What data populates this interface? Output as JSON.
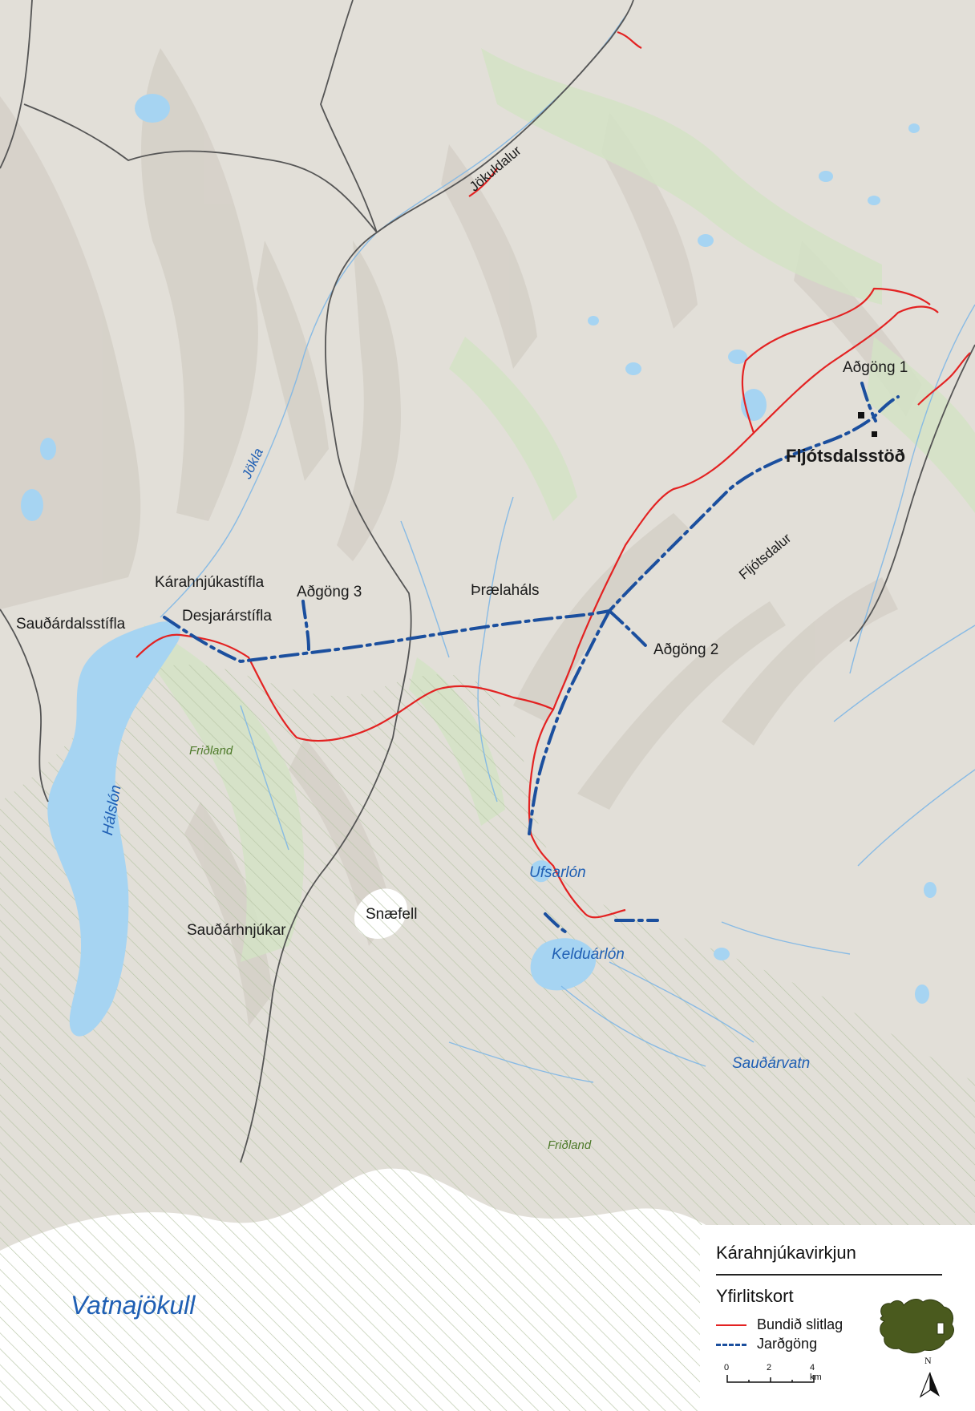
{
  "map": {
    "place_labels": [
      {
        "id": "jokuldalur",
        "text": "Jökuldalur"
      },
      {
        "id": "jokla",
        "text": "Jökla"
      },
      {
        "id": "karahnjukastifla",
        "text": "Kárahnjúkastífla"
      },
      {
        "id": "saudardalsstifla",
        "text": "Sauðárdalsstífla"
      },
      {
        "id": "desjararstifla",
        "text": "Desjarárstífla"
      },
      {
        "id": "adgong3",
        "text": "Aðgöng 3"
      },
      {
        "id": "praelahals",
        "text": "Þrælaháls"
      },
      {
        "id": "adgong2",
        "text": "Aðgöng 2"
      },
      {
        "id": "adgong1",
        "text": "Aðgöng 1"
      },
      {
        "id": "fljotsdalsstod",
        "text": "Fljótsdalsstöð"
      },
      {
        "id": "fljotsdalur",
        "text": "Fljótsdalur"
      },
      {
        "id": "halslon",
        "text": "Hálslón"
      },
      {
        "id": "fridland1",
        "text": "Friðland"
      },
      {
        "id": "ufsarlon",
        "text": "Ufsarlón"
      },
      {
        "id": "saudarhnjukar",
        "text": "Sauðárhnjúkar"
      },
      {
        "id": "snaefell",
        "text": "Snæfell"
      },
      {
        "id": "kelduarlon",
        "text": "Kelduárlón"
      },
      {
        "id": "saudarvatn",
        "text": "Sauðárvatn"
      },
      {
        "id": "fridland2",
        "text": "Friðland"
      },
      {
        "id": "vatnajokull",
        "text": "Vatnajökull"
      }
    ],
    "colors": {
      "terrain": "#e4e1da",
      "terrain_shadow": "#cfcbc3",
      "vegetation": "#d6e5c9",
      "water": "#a6d4f2",
      "river": "#7fb7e6",
      "road": "#e32222",
      "tunnel": "#1b4f9e",
      "boundary": "#555555",
      "glacier": "#ffffff",
      "hatch": "#b9c7aa"
    }
  },
  "legend": {
    "title": "Kárahnjúkavirkjun",
    "subtitle": "Yfirlitskort",
    "items": [
      {
        "label": "Bundið slitlag",
        "color": "#e32222",
        "style": "solid"
      },
      {
        "label": "Jarðgöng",
        "color": "#1b4f9e",
        "style": "dash-dot"
      }
    ],
    "scale_ticks": [
      "0",
      "2",
      "4 km"
    ],
    "north_label": "N"
  }
}
